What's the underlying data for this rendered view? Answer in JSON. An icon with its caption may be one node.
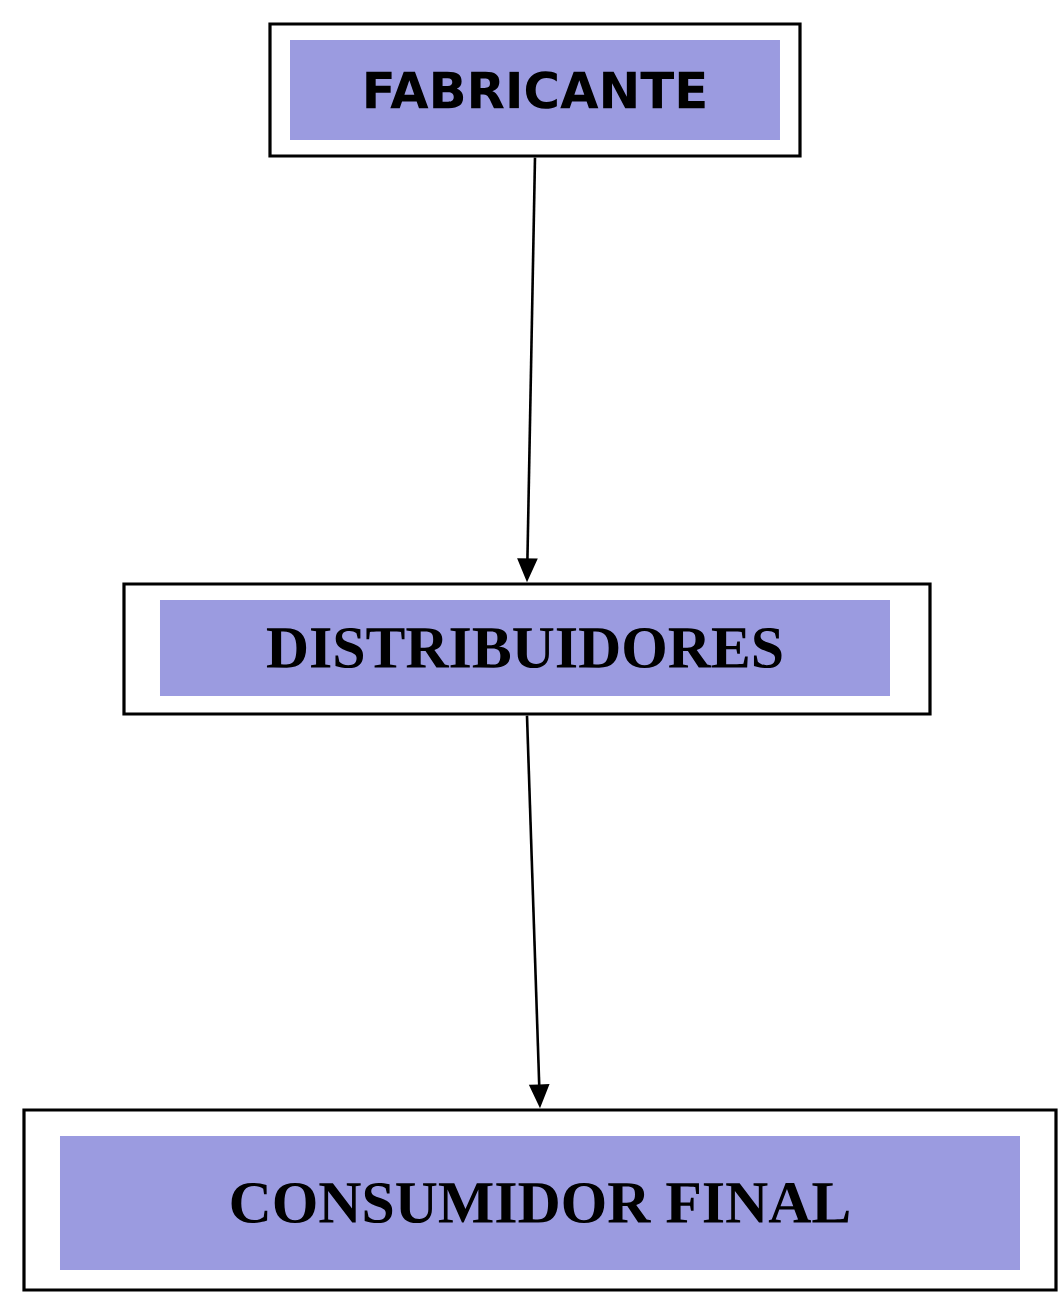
{
  "diagram": {
    "nodes": [
      {
        "text": [
          "FABRICANTE"
        ]
      },
      {
        "text": [
          "DISTRIBUIDORES"
        ]
      },
      {
        "text": [
          "CONSUMIDOR FINAL"
        ]
      }
    ],
    "edges": [
      {
        "from": 0,
        "to": 1,
        "arrow": "to"
      },
      {
        "from": 1,
        "to": 2,
        "arrow": "to"
      }
    ]
  }
}
